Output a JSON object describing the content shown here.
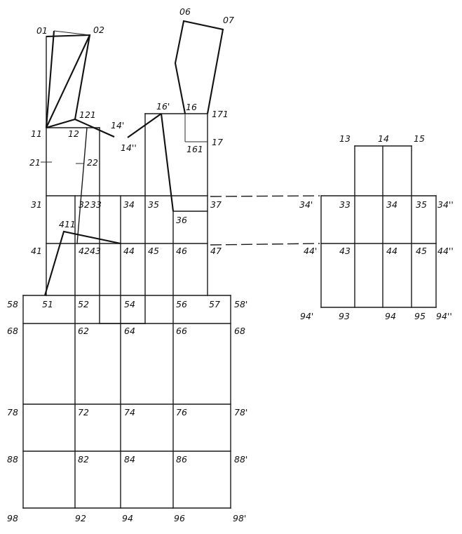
{
  "labels": {
    "p01": "01",
    "p02": "02",
    "p06": "06",
    "p07": "07",
    "p11": "11",
    "p12": "12",
    "p121": "121",
    "p14a": "14'",
    "p14b": "14''",
    "p16a": "16'",
    "p16": "16",
    "p171": "171",
    "p161": "161",
    "p17": "17",
    "p21": "21",
    "p22": "22",
    "p31": "31",
    "p32": "32",
    "p33": "33",
    "p34": "34",
    "p35": "35",
    "p36": "36",
    "p37": "37",
    "p411": "411",
    "p41": "41",
    "p42": "42",
    "p43": "43",
    "p44": "44",
    "p45": "45",
    "p46": "46",
    "p47": "47",
    "p58": "58",
    "p51": "51",
    "p52": "52",
    "p54": "54",
    "p56": "56",
    "p57": "57",
    "p58r": "58'",
    "p68": "68",
    "p62": "62",
    "p64": "64",
    "p66": "66",
    "p68r": "68",
    "p78": "78",
    "p72": "72",
    "p74": "74",
    "p76": "76",
    "p78r": "78'",
    "p88": "88",
    "p82": "82",
    "p84": "84",
    "p86": "86",
    "p88r": "88'",
    "p98": "98",
    "p92": "92",
    "p94": "94",
    "p96": "96",
    "p98r": "98'",
    "r13": "13",
    "r14": "14",
    "r15": "15",
    "r34a": "34'",
    "r33": "33",
    "r34": "34",
    "r35": "35",
    "r34b": "34''",
    "r44a": "44'",
    "r43": "43",
    "r44": "44",
    "r45": "45",
    "r44b": "44''",
    "r94a": "94'",
    "r93": "93",
    "r94": "94",
    "r95": "95",
    "r94b": "94''"
  }
}
